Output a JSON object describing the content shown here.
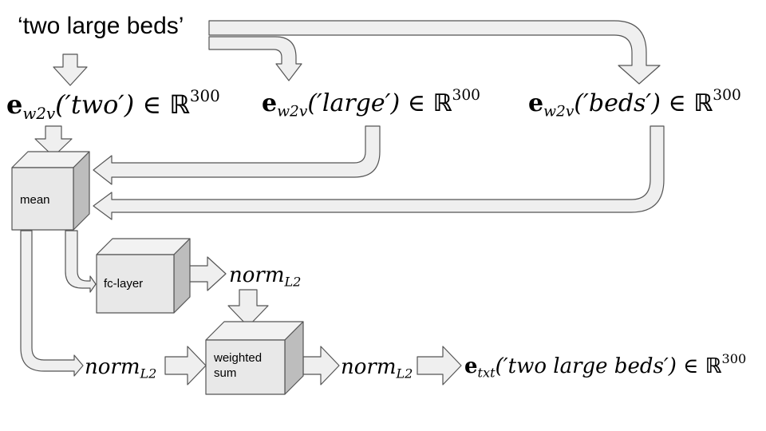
{
  "input_phrase": "‘two large beds’",
  "embeddings": [
    {
      "prefix": "e",
      "sub": "w2v",
      "arg": "(′two′)",
      "in": "∈",
      "space": "ℝ",
      "dim": "300"
    },
    {
      "prefix": "e",
      "sub": "w2v",
      "arg": "(′large′)",
      "in": "∈",
      "space": "ℝ",
      "dim": "300"
    },
    {
      "prefix": "e",
      "sub": "w2v",
      "arg": "(′beds′)",
      "in": "∈",
      "space": "ℝ",
      "dim": "300"
    }
  ],
  "boxes": {
    "mean": "mean",
    "fc_layer": "fc-layer",
    "weighted_sum_line1": "weighted",
    "weighted_sum_line2": "sum"
  },
  "norms": [
    {
      "base": "norm",
      "sub": "L2"
    },
    {
      "base": "norm",
      "sub": "L2"
    },
    {
      "base": "norm",
      "sub": "L2"
    }
  ],
  "output": {
    "prefix": "e",
    "sub": "txt",
    "arg": "(′two large beds′)",
    "in": "∈",
    "space": "ℝ",
    "dim": "300"
  },
  "colors": {
    "arrow_fill": "#efefef",
    "box_front": "#e8e8e8",
    "box_top": "#f2f2f2",
    "box_side": "#bdbdbd",
    "stroke": "#555555"
  }
}
